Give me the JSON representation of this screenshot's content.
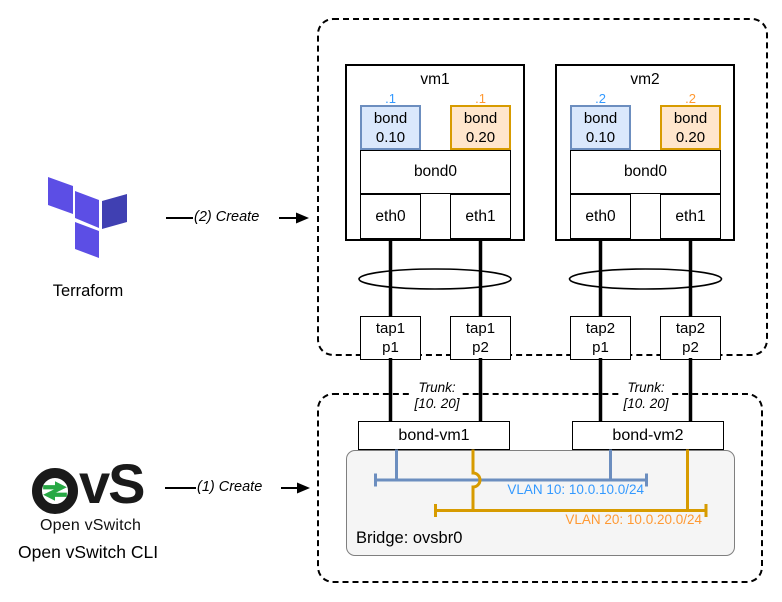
{
  "left_panel": {
    "terraform_caption": "Terraform",
    "create_step_2": "(2) Create",
    "create_step_1": "(1) Create",
    "ovs_logo_text": "vS",
    "ovs_wordmark": "Open vSwitch",
    "ovs_caption": "Open vSwitch CLI"
  },
  "vm_layer": {
    "vm1": {
      "title": "vm1",
      "bond10": {
        "tag": ".1",
        "line1": "bond",
        "line2": "0.10"
      },
      "bond20": {
        "tag": ".1",
        "line1": "bond",
        "line2": "0.20"
      },
      "bond": "bond0",
      "eth0": "eth0",
      "eth1": "eth1"
    },
    "vm2": {
      "title": "vm2",
      "bond10": {
        "tag": ".2",
        "line1": "bond",
        "line2": "0.10"
      },
      "bond20": {
        "tag": ".2",
        "line1": "bond",
        "line2": "0.20"
      },
      "bond": "bond0",
      "eth0": "eth0",
      "eth1": "eth1"
    },
    "taps": {
      "tap1p1": {
        "line1": "tap1",
        "line2": "p1"
      },
      "tap1p2": {
        "line1": "tap1",
        "line2": "p2"
      },
      "tap2p1": {
        "line1": "tap2",
        "line2": "p1"
      },
      "tap2p2": {
        "line1": "tap2",
        "line2": "p2"
      }
    }
  },
  "trunk": {
    "left": {
      "line1": "Trunk:",
      "line2": "[10. 20]"
    },
    "right": {
      "line1": "Trunk:",
      "line2": "[10. 20]"
    }
  },
  "ovs_layer": {
    "bond_vm1": "bond-vm1",
    "bond_vm2": "bond-vm2",
    "bridge_label": "Bridge: ovsbr0",
    "vlan10_label": "VLAN 10: 10.0.10.0/24",
    "vlan20_label": "VLAN 20: 10.0.20.0/24"
  },
  "colors": {
    "bond10_fill": "#dae8fc",
    "bond10_stroke": "#6c8ebf",
    "bond20_fill": "#ffe6cc",
    "bond20_stroke": "#d79b00",
    "vlan10_line": "#6c8ebf",
    "vlan20_line": "#d79b00",
    "vlan10_text": "#3399ff",
    "vlan20_text": "#ff9933",
    "terraform_light": "#5c4ee5",
    "terraform_dark": "#4040b2",
    "ovs_green": "#27a844"
  }
}
